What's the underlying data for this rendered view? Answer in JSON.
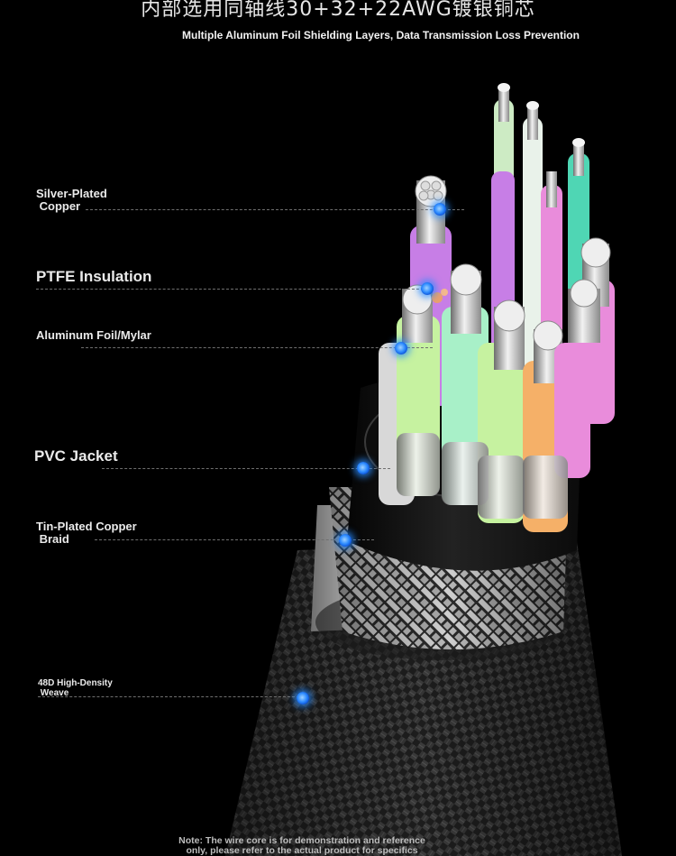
{
  "header": {
    "title_cn": "内部选用同轴线30+32+22AWG镀银铜芯",
    "subtitle": "Multiple Aluminum Foil Shielding Layers, Data Transmission Loss Prevention"
  },
  "callouts": [
    {
      "label": "Silver-Plated\n Copper"
    },
    {
      "label": "PTFE Insulation"
    },
    {
      "label": "Aluminum Foil/Mylar"
    },
    {
      "label": "PVC Jacket"
    },
    {
      "label": "Tin-Plated Copper\n Braid"
    },
    {
      "label": "48D High-Density\n Weave"
    }
  ],
  "footer": {
    "note_line1": "Note: The wire core is for demonstration and reference",
    "note_line2": "only, please refer to the actual product for specifics"
  },
  "colors": {
    "background": "#000000",
    "marker": "#2e8cff",
    "purple_insulation": "#c77ee6",
    "green_insulation": "#c6f2a0",
    "mint_insulation": "#a8f0c8",
    "teal_insulation": "#4fd6b4",
    "orange_insulation": "#f5b068",
    "pink_insulation": "#e98cdb"
  }
}
